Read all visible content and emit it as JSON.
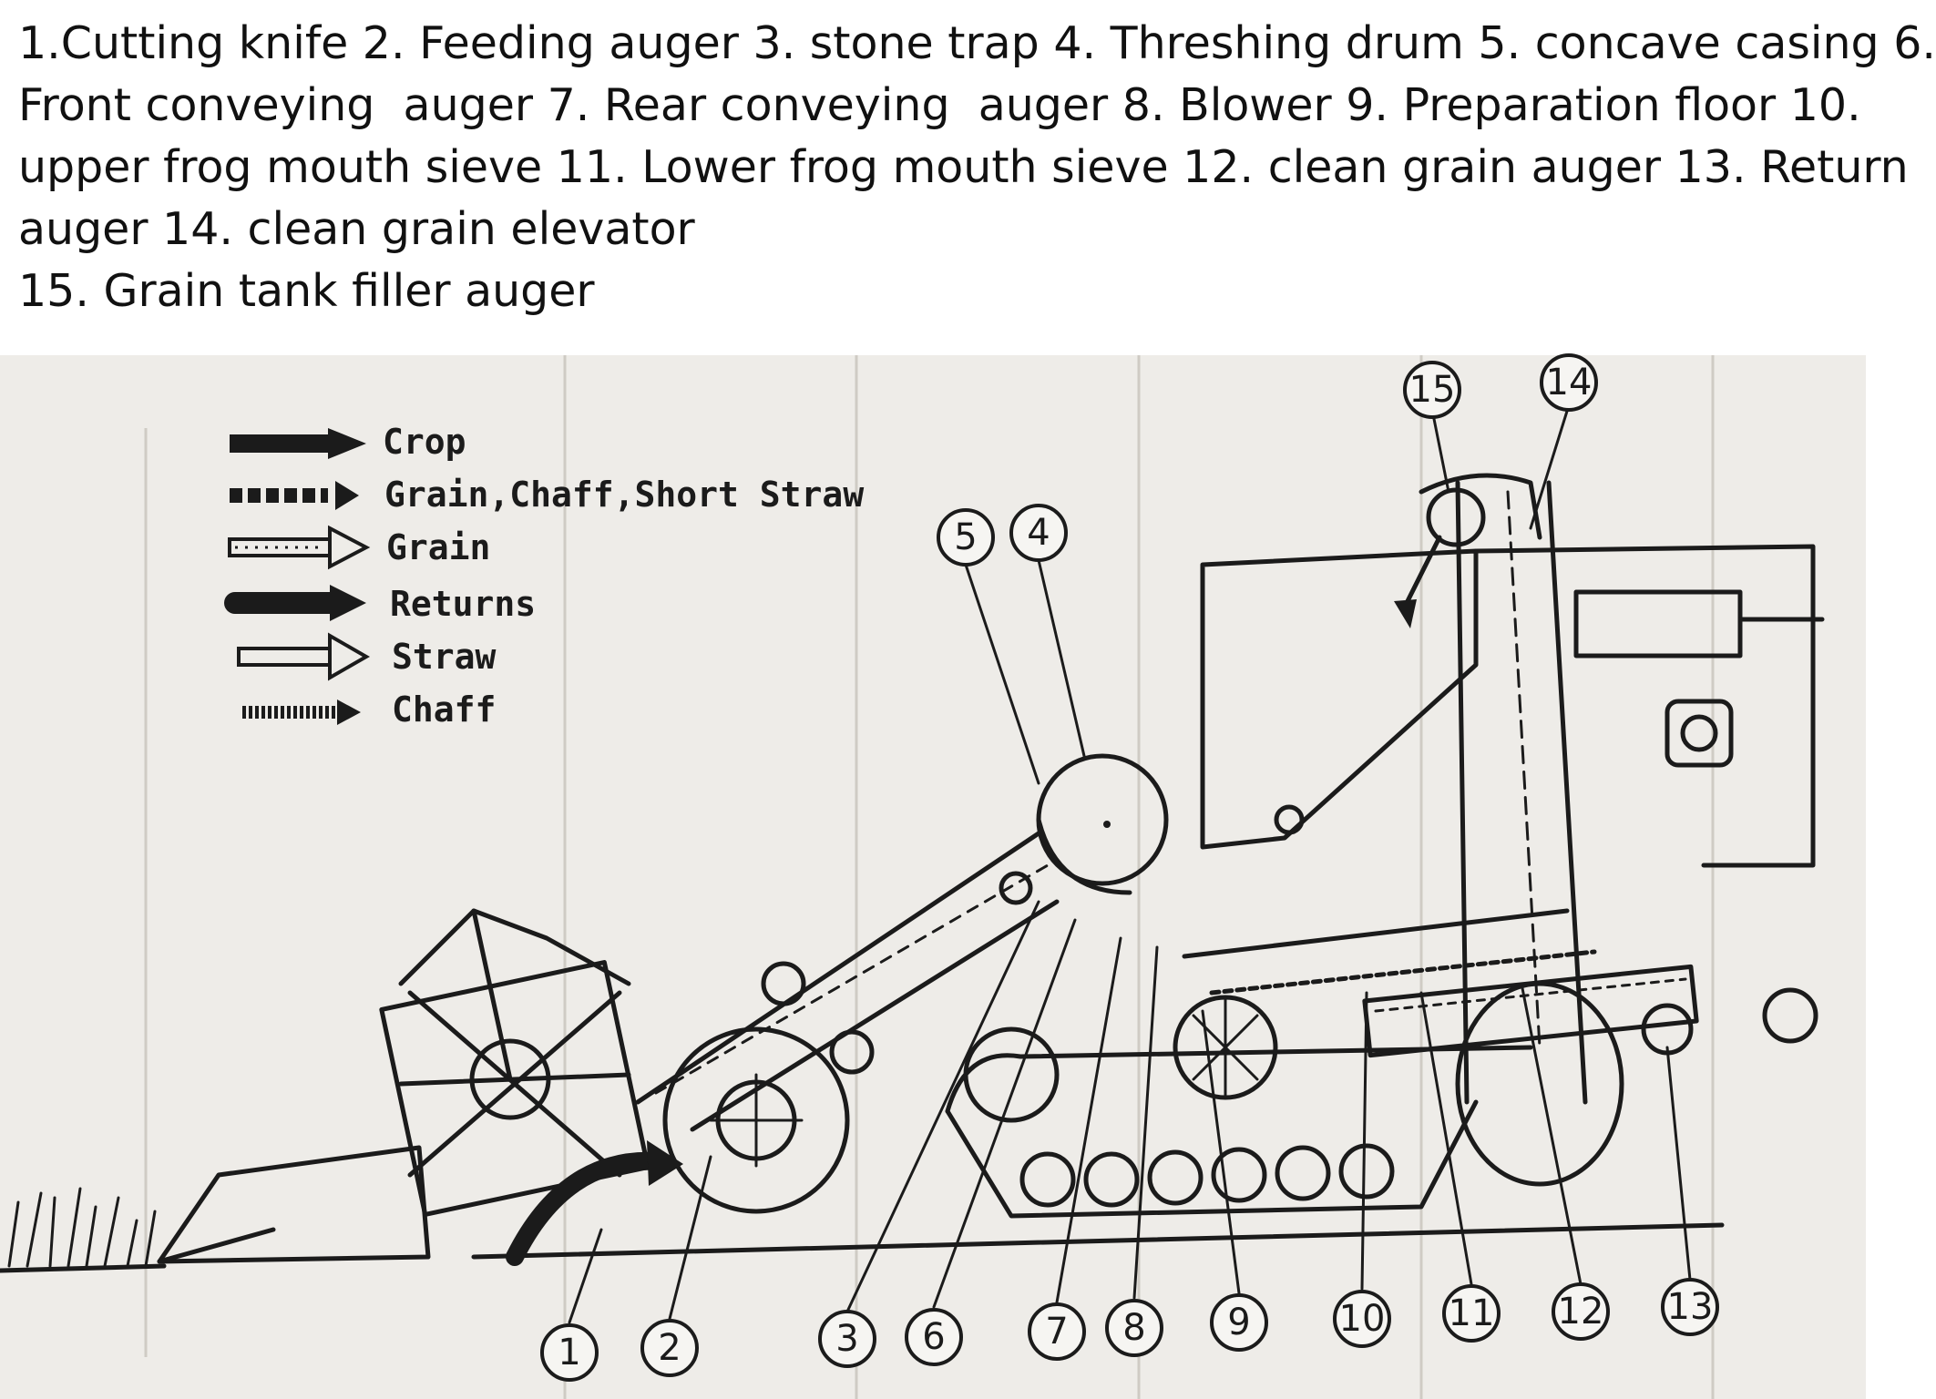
{
  "caption_lines": [
    "1.Cutting knife 2. Feeding auger 3. stone trap 4. Threshing drum 5. concave casing 6.",
    "Front conveying  auger 7. Rear conveying  auger 8. Blower 9. Preparation floor 10.",
    "upper frog mouth sieve 11. Lower frog mouth sieve 12. clean grain auger 13. Return",
    "auger 14. clean grain elevator",
    "15. Grain tank filler auger"
  ],
  "legend": [
    {
      "label": "Crop",
      "style": "solid-black"
    },
    {
      "label": "Grain,Chaff,Short Straw",
      "style": "dashed-black"
    },
    {
      "label": "Grain",
      "style": "dotted-outline"
    },
    {
      "label": "Returns",
      "style": "thick-black"
    },
    {
      "label": "Straw",
      "style": "outline"
    },
    {
      "label": "Chaff",
      "style": "speckled"
    }
  ],
  "callouts": [
    "1",
    "2",
    "3",
    "6",
    "7",
    "8",
    "9",
    "10",
    "11",
    "12",
    "13",
    "5",
    "4",
    "15",
    "14"
  ],
  "colors": {
    "ink": "#1b1b1b",
    "paper": "#eeece8",
    "background": "#ffffff"
  }
}
